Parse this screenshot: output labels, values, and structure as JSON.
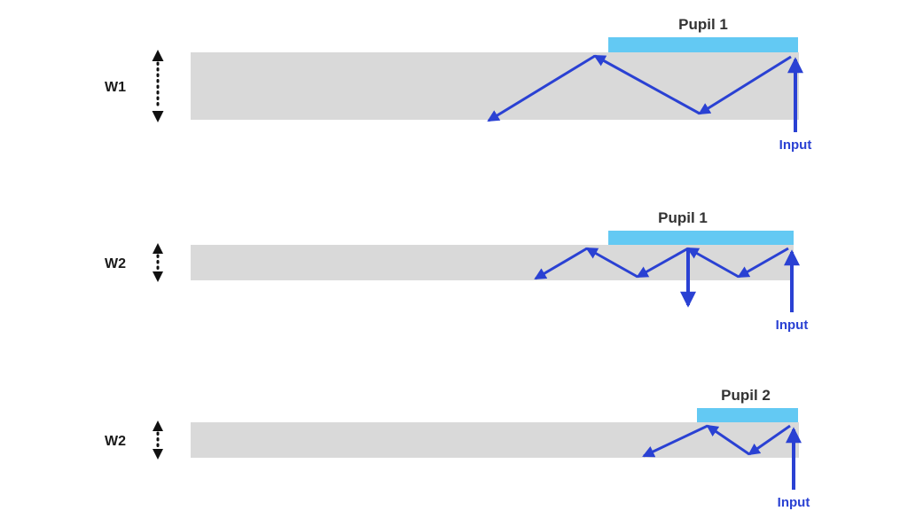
{
  "figure": {
    "description_labels": {
      "panel1_width": "W1",
      "panel2_width": "W2",
      "panel3_width": "W2"
    },
    "panels": [
      {
        "width_label": "W1",
        "pupil_label": "Pupil 1",
        "input_label": "Input"
      },
      {
        "width_label": "W2",
        "pupil_label": "Pupil 1",
        "input_label": "Input"
      },
      {
        "width_label": "W2",
        "pupil_label": "Pupil 2",
        "input_label": "Input"
      }
    ],
    "colors": {
      "waveguide_fill": "#d9d9d9",
      "pupil_fill": "#63c9f3",
      "ray_color": "#2a41d3",
      "pupil_text_color": "#333333",
      "width_text_color": "#1a1a1a"
    }
  }
}
